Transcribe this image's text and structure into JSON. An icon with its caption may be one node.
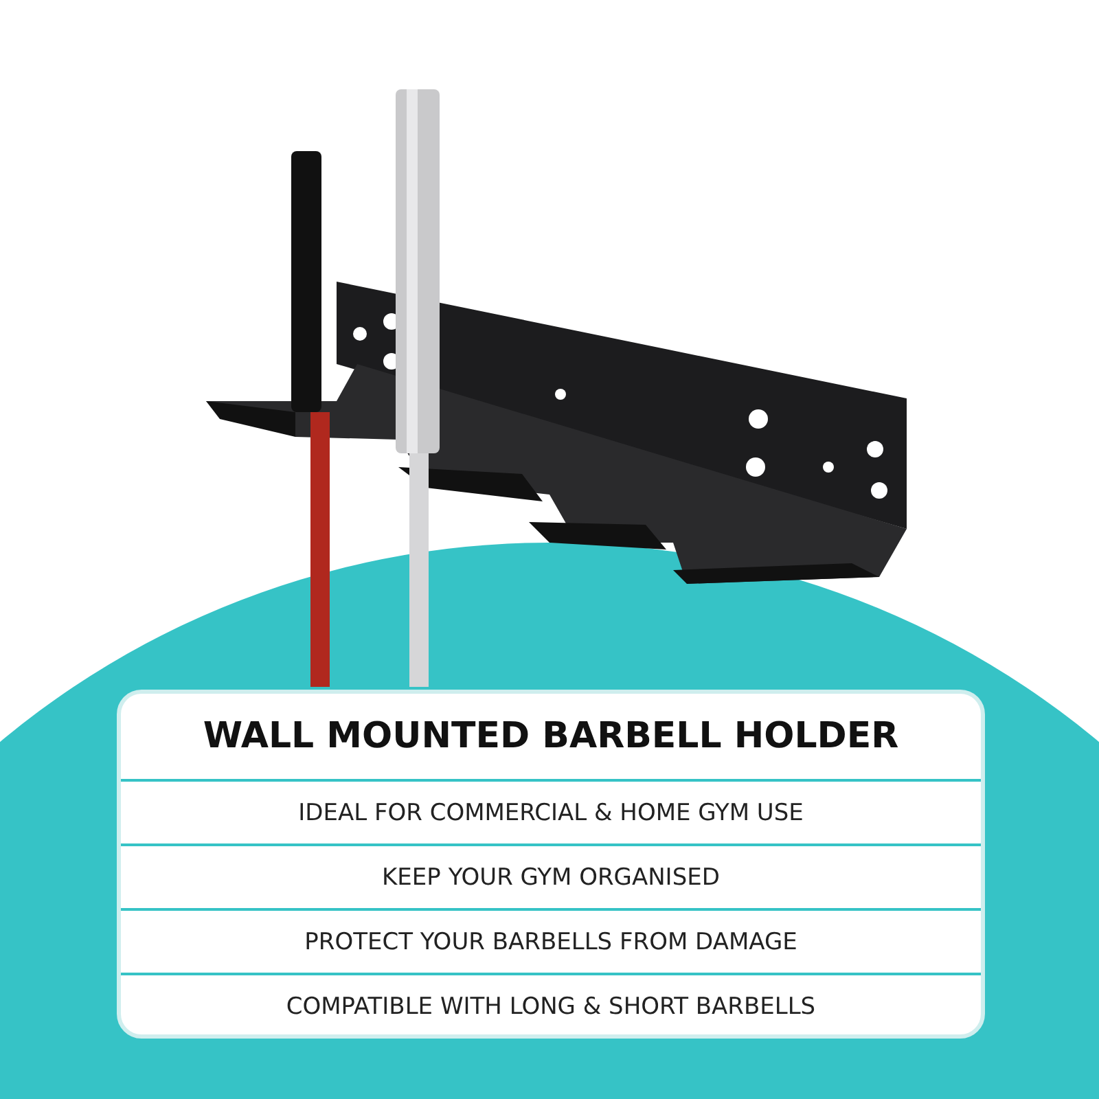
{
  "diagram": {
    "title": "WALL MOUNTED BARBELL HOLDER",
    "labels": [
      "IDEAL FOR COMMERCIAL & HOME GYM USE",
      "KEEP YOUR GYM ORGANISED",
      "PROTECT YOUR BARBELLS FROM DAMAGE",
      "COMPATIBLE WITH LONG & SHORT BARBELLS"
    ]
  }
}
